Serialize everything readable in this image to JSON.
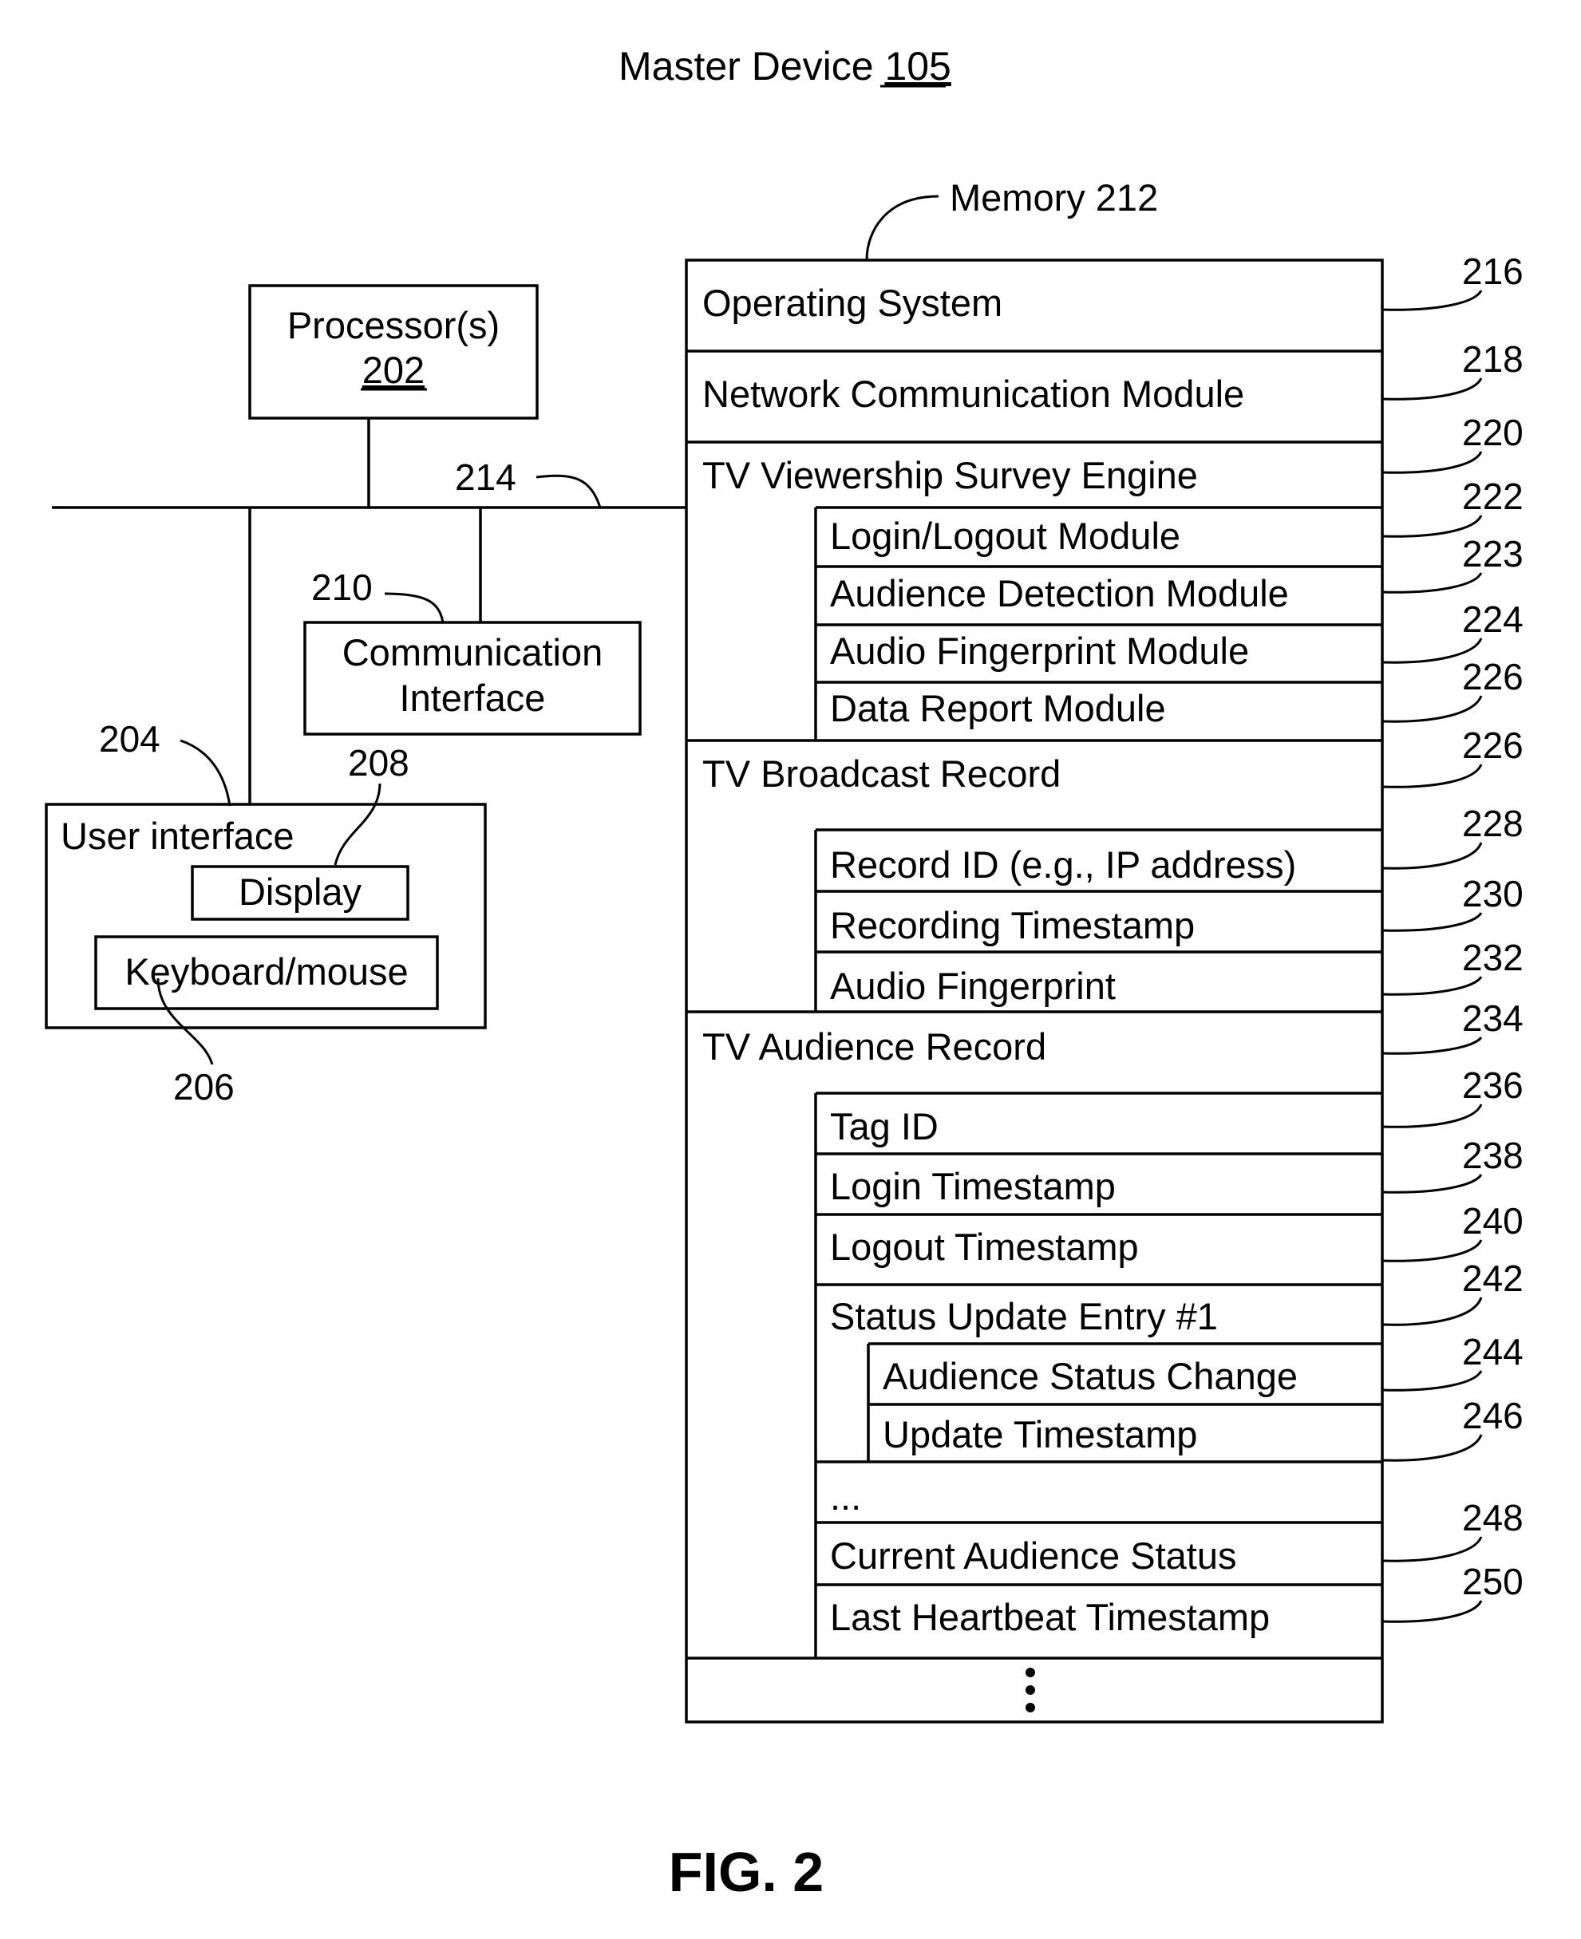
{
  "title": {
    "label": "Master Device",
    "ref": "105"
  },
  "figure_label": "FIG. 2",
  "processor": {
    "label": "Processor(s)",
    "ref": "202"
  },
  "bus_ref": "214",
  "comm": {
    "ref": "210",
    "line1": "Communication",
    "line2": "Interface"
  },
  "ui": {
    "ref": "204",
    "label": "User interface",
    "display": "Display",
    "display_ref": "208",
    "keyboard": "Keyboard/mouse",
    "keyboard_ref": "206"
  },
  "memory": {
    "label": "Memory 212",
    "os": {
      "label": "Operating System",
      "ref": "216"
    },
    "net": {
      "label": "Network Communication Module",
      "ref": "218"
    },
    "survey": {
      "label": "TV Viewership Survey Engine",
      "ref": "220",
      "items": [
        {
          "label": "Login/Logout Module",
          "ref": "222"
        },
        {
          "label": "Audience Detection Module",
          "ref": "223"
        },
        {
          "label": "Audio Fingerprint Module",
          "ref": "224"
        },
        {
          "label": "Data Report Module",
          "ref": "226"
        }
      ]
    },
    "broadcast": {
      "label": "TV Broadcast Record",
      "ref": "226",
      "items": [
        {
          "label": "Record ID (e.g., IP address)",
          "ref": "228"
        },
        {
          "label": "Recording Timestamp",
          "ref": "230"
        },
        {
          "label": "Audio Fingerprint",
          "ref": "232"
        }
      ]
    },
    "audience": {
      "label": "TV Audience Record",
      "ref": "234",
      "items": [
        {
          "label": "Tag ID",
          "ref": "236"
        },
        {
          "label": "Login Timestamp",
          "ref": "238"
        },
        {
          "label": "Logout Timestamp",
          "ref": "240"
        }
      ],
      "status_entry": {
        "label": "Status Update Entry #1",
        "ref": "242",
        "items": [
          {
            "label": "Audience Status Change",
            "ref": "244"
          },
          {
            "label": "Update Timestamp",
            "ref": "246"
          }
        ]
      },
      "ellipsis": "...",
      "items2": [
        {
          "label": "Current Audience Status",
          "ref": "248"
        },
        {
          "label": "Last Heartbeat Timestamp",
          "ref": "250"
        }
      ]
    }
  }
}
